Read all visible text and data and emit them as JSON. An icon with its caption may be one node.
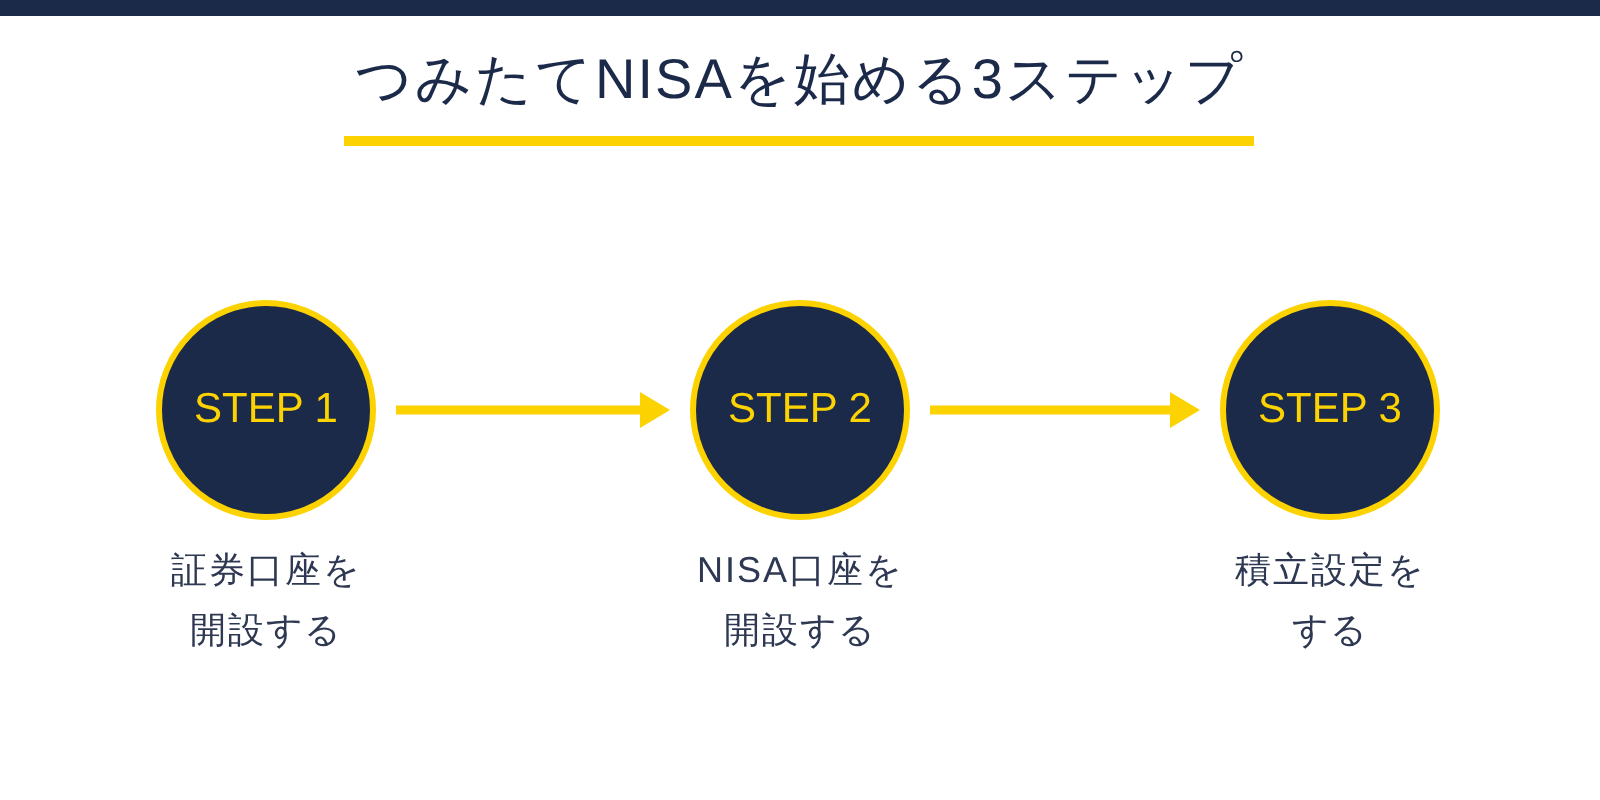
{
  "diagram": {
    "title": "つみたてNISAを始める3ステップ",
    "nodes": [
      {
        "text": [
          "STEP 1"
        ],
        "beside": [
          "証券口座を開設する"
        ]
      },
      {
        "text": [
          "STEP 2"
        ],
        "beside": [
          "NISA口座を開設する"
        ]
      },
      {
        "text": [
          "STEP 3"
        ],
        "beside": [
          "積立設定をする"
        ]
      }
    ],
    "edges": [
      {
        "from": 0,
        "to": 1,
        "arrow": "to"
      },
      {
        "from": 1,
        "to": 2,
        "arrow": "to"
      }
    ]
  }
}
